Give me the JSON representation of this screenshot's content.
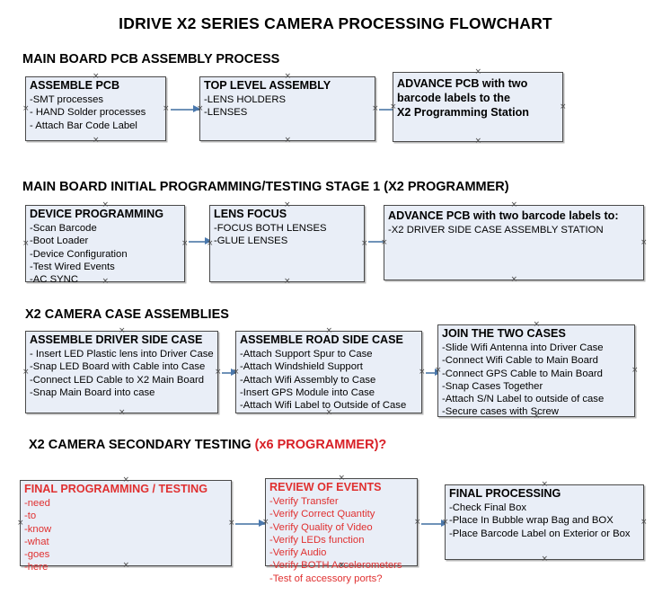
{
  "title": "IDRIVE X2  SERIES CAMERA PROCESSING FLOWCHART",
  "sections": [
    {
      "heading": "MAIN BOARD PCB ASSEMBLY PROCESS",
      "heading_accent": "",
      "boxes": [
        {
          "header": "ASSEMBLE PCB",
          "lines": [
            "-SMT processes",
            "- HAND Solder processes",
            "- Attach Bar Code Label"
          ],
          "color": "black"
        },
        {
          "header": "TOP LEVEL ASSEMBLY",
          "lines": [
            "-LENS HOLDERS",
            "-LENSES"
          ],
          "color": "black"
        },
        {
          "header": "ADVANCE PCB with two",
          "header_lines": [
            "ADVANCE PCB with two",
            "barcode labels to the",
            " X2 Programming Station"
          ],
          "lines": [],
          "color": "black"
        }
      ]
    },
    {
      "heading": "MAIN BOARD INITIAL PROGRAMMING/TESTING STAGE 1 (X2 PROGRAMMER)",
      "heading_accent": "",
      "boxes": [
        {
          "header": "DEVICE PROGRAMMING",
          "lines": [
            "-Scan Barcode",
            "-Boot Loader",
            "-Device Configuration",
            "-Test Wired Events",
            "-AC SYNC"
          ],
          "color": "black"
        },
        {
          "header": "LENS FOCUS",
          "lines": [
            "-FOCUS BOTH LENSES",
            "-GLUE LENSES"
          ],
          "color": "black"
        },
        {
          "header": "ADVANCE PCB with two barcode labels to:",
          "lines": [
            "-X2 DRIVER  SIDE  CASE  ASSEMBLY STATION"
          ],
          "color": "black"
        }
      ]
    },
    {
      "heading": "X2 CAMERA CASE ASSEMBLIES",
      "heading_accent": "",
      "boxes": [
        {
          "header": "ASSEMBLE DRIVER SIDE CASE",
          "lines": [
            "- Insert LED Plastic lens into Driver Case",
            "-Snap LED Board with Cable into Case",
            "-Connect LED Cable to X2 Main Board",
            "-Snap Main Board into case"
          ],
          "color": "black"
        },
        {
          "header": "ASSEMBLE ROAD SIDE CASE",
          "lines": [
            "-Attach Support Spur to Case",
            "-Attach Windshield Support",
            "-Attach Wifi Assembly to Case",
            "-Insert GPS Module into Case",
            "-Attach Wifi Label to Outside of Case"
          ],
          "color": "black"
        },
        {
          "header": "JOIN THE TWO CASES",
          "lines": [
            "-Slide Wifi Antenna into Driver Case",
            "-Connect Wifi Cable to Main Board",
            "-Connect GPS Cable to Main Board",
            "-Snap Cases Together",
            "-Attach S/N Label to outside of case",
            "-Secure cases with Screw"
          ],
          "color": "black"
        }
      ]
    },
    {
      "heading": "X2 CAMERA SECONDARY TESTING ",
      "heading_accent": "(x6 PROGRAMMER)?",
      "boxes": [
        {
          "header": "FINAL PROGRAMMING / TESTING",
          "lines": [
            "-need",
            "-to",
            "-know",
            "-what",
            "-goes",
            "-here"
          ],
          "color": "red"
        },
        {
          "header": "REVIEW OF EVENTS",
          "lines": [
            "-Verify Transfer",
            "-Verify Correct Quantity",
            "-Verify Quality of Video",
            "-Verify LEDs function",
            "-Verify Audio",
            "-Verify BOTH Accelerometers",
            "-Test of accessory ports?"
          ],
          "color": "red"
        },
        {
          "header": "FINAL PROCESSING",
          "lines": [
            " -Check Final Box",
            "-Place In Bubble wrap Bag and BOX",
            "-Place Barcode Label on Exterior or Box"
          ],
          "color": "black"
        }
      ]
    }
  ],
  "colors": {
    "box_fill": "#e9eef7",
    "box_border": "#4a4a4a",
    "arrow": "#4a78ad",
    "accent_red": "#d81f26",
    "text": "#000000"
  }
}
